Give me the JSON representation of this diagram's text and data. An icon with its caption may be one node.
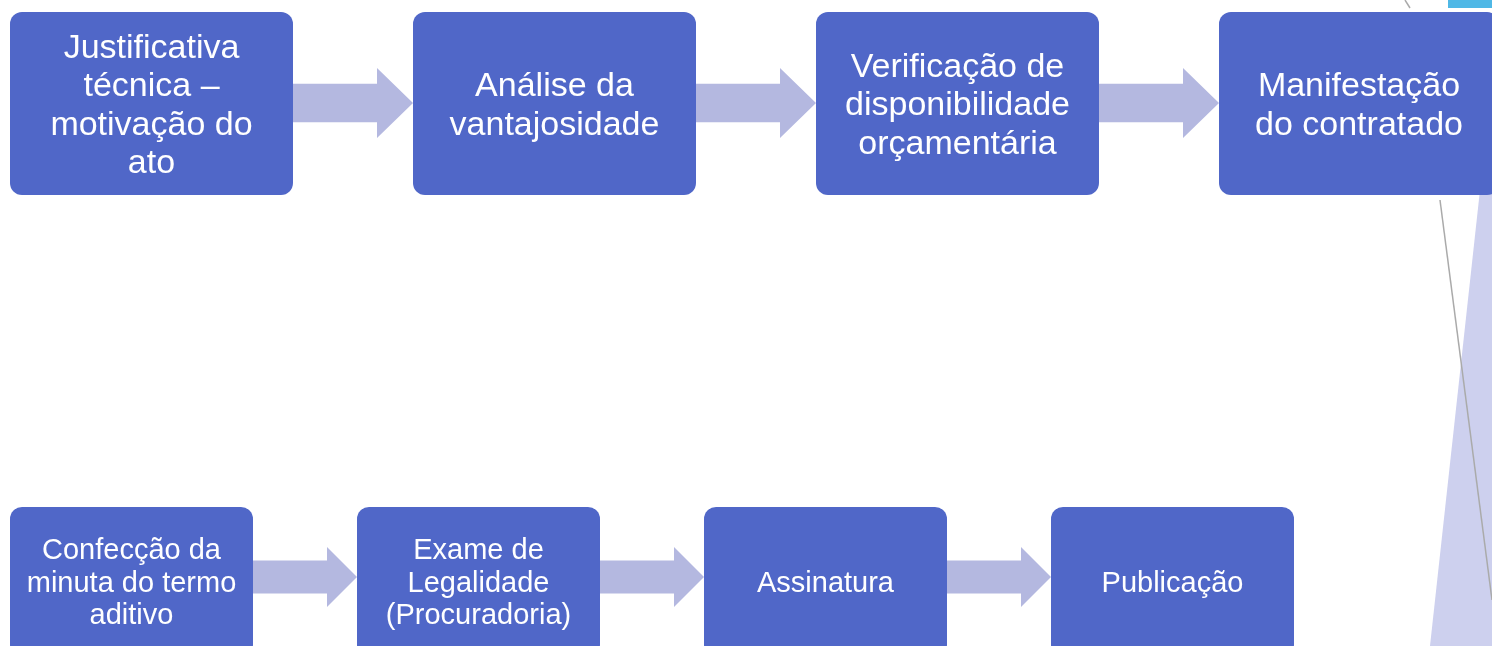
{
  "diagram": {
    "nodes": [
      {
        "text": [
          "Justificativa técnica – motivação do ato"
        ]
      },
      {
        "text": [
          "Análise da vantajosidade"
        ]
      },
      {
        "text": [
          "Verificação de disponibilidade orçamentária"
        ]
      },
      {
        "text": [
          "Manifestação do contratado"
        ]
      },
      {
        "text": [
          "Confecção da minuta do termo aditivo"
        ]
      },
      {
        "text": [
          "Exame de Legalidade (Procuradoria)"
        ]
      },
      {
        "text": [
          "Assinatura"
        ]
      },
      {
        "text": [
          "Publicação"
        ]
      }
    ],
    "edges": [
      {
        "from": 0,
        "to": 1,
        "arrow": "to"
      },
      {
        "from": 1,
        "to": 2,
        "arrow": "to"
      },
      {
        "from": 2,
        "to": 3,
        "arrow": "to"
      },
      {
        "from": 4,
        "to": 5,
        "arrow": "to"
      },
      {
        "from": 5,
        "to": 6,
        "arrow": "to"
      },
      {
        "from": 6,
        "to": 7,
        "arrow": "to"
      }
    ]
  }
}
